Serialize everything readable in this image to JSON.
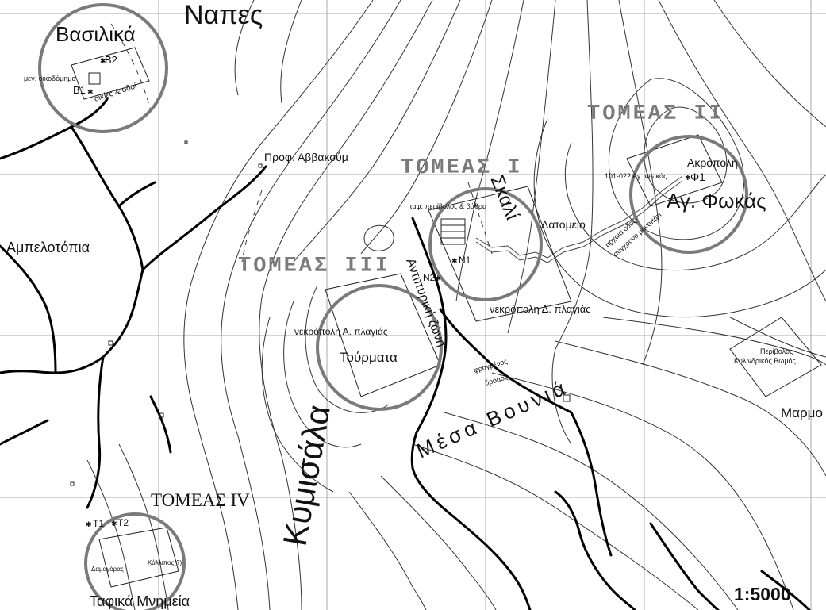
{
  "map": {
    "scale": "1:5000",
    "sectors": {
      "sector_1": "ΤΟΜΕΑΣ Ι",
      "sector_2": "ΤΟΜΕΑΣ ΙΙ",
      "sector_3": "ΤΟΜΕΑΣ ΙΙΙ",
      "sector_4": "ΤΟΜΕΑΣ IV"
    },
    "places": {
      "napes": "Ναπες",
      "vasilika": "Βασιλικά",
      "ampelotopia": "Αμπελοτόπια",
      "prof_avvakoum": "Προφ. Αββακούμ",
      "skali": "Σκαλί",
      "ag_fokas": "Αγ. Φωκάς",
      "akropoli": "Ακρόπολη",
      "latomeio": "Λατομείο",
      "antiriki": "Αντιπυρική ζώνη",
      "tourmata": "Τούρματα",
      "kumisala": "Κυμισάλα",
      "mesa_vounia": "Μέσα Βουνιά",
      "marmo": "Μαρμο",
      "tafika": "Ταφικά Μνημεία"
    },
    "features": {
      "b2": "B2",
      "b1": "B1",
      "meg_oikodomima": "μεγ. οικοδόμημα",
      "oikies_odoi": "οικίες & οδοί",
      "taf_perivolos": "ταφ. περίβολος & βάθρα",
      "n1": "N1",
      "n2": "N2",
      "phi1": "Φ1",
      "code_101": "101-022 Αγ. Φωκάς",
      "archaia_odos": "αρχαία οδός-",
      "sygchrono": "σύγχρονο μονοπάτι",
      "nekropoli_d": "νεκρόπολη Δ. πλαγιάς",
      "nekropoli_a": "νεκρόπολη Α. πλαγιάς",
      "fragmenos": "φραγμένος",
      "dromos": "δρόμος",
      "perivolos": "Περίβολος",
      "kylindrikos": "Κυλινδρικός Βωμός",
      "t1": "T1",
      "t2": "T2",
      "damagoras": "Δαμαγόρας",
      "kallipos": "Κάλλιπος(?)"
    }
  }
}
